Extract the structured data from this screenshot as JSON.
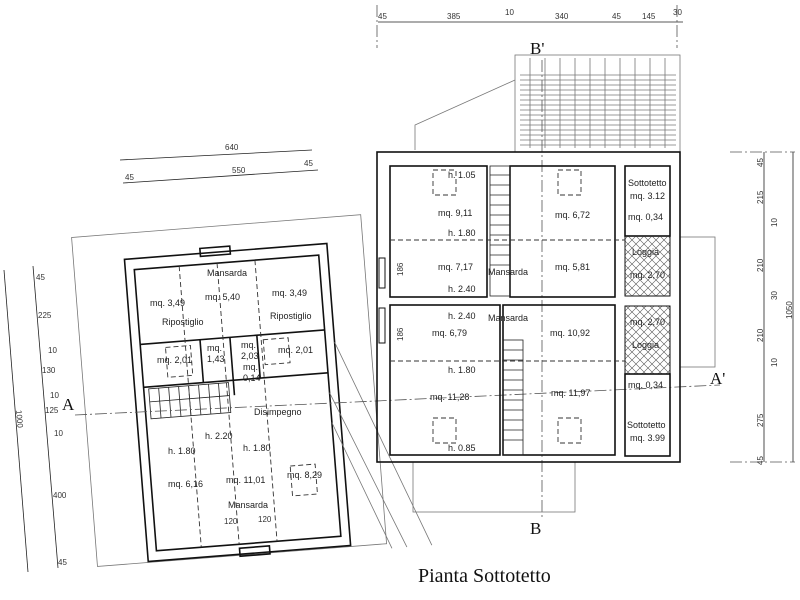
{
  "title": "Pianta Sottotetto",
  "sections": {
    "a": "A",
    "a_prime": "A'",
    "b": "B",
    "b_prime": "B'"
  },
  "dimensions": {
    "top": [
      "45",
      "385",
      "10",
      "340",
      "45",
      "145",
      "30"
    ],
    "left_top": [
      "640",
      "550",
      "45",
      "45"
    ],
    "left_side": [
      "1000",
      "45",
      "225",
      "10",
      "130",
      "10",
      "125",
      "10",
      "400",
      "45"
    ],
    "right_side": [
      "1050",
      "45",
      "215",
      "10",
      "210",
      "30",
      "210",
      "10",
      "275",
      "45"
    ]
  },
  "left_plan": {
    "labels": [
      "Mansarda",
      "mq. 3,49",
      "mq. 5,40",
      "mq. 3,49",
      "Ripostiglio",
      "Ripostiglio",
      "mq. 2,01",
      "mq.",
      "1,43",
      "mq.",
      "2,03",
      "mq.",
      "0,14",
      "mq. 2,01",
      "Disimpegno",
      "h. 2.20",
      "h. 1.80",
      "h. 1.80",
      "mq. 6,16",
      "mq. 11,01",
      "mq. 8,29",
      "Mansarda",
      "120",
      "120"
    ]
  },
  "right_plan": {
    "labels": [
      "h. 1.05",
      "mq. 9,11",
      "mq. 6,72",
      "Sottotetto",
      "mq. 3.12",
      "mq. 0,34",
      "h. 1.80",
      "mq. 7,17",
      "Mansarda",
      "mq. 5,81",
      "Loggia",
      "mq. 2,70",
      "h. 2.40",
      "h. 2.40",
      "Mansarda",
      "mq. 6,79",
      "mq. 10,92",
      "mq. 2,70",
      "Loggia",
      "h. 1.80",
      "mq. 11,28",
      "mq. 11,97",
      "mq. 0,34",
      "Sottotetto",
      "mq. 3.99",
      "h. 0.85",
      "186",
      "186"
    ]
  }
}
